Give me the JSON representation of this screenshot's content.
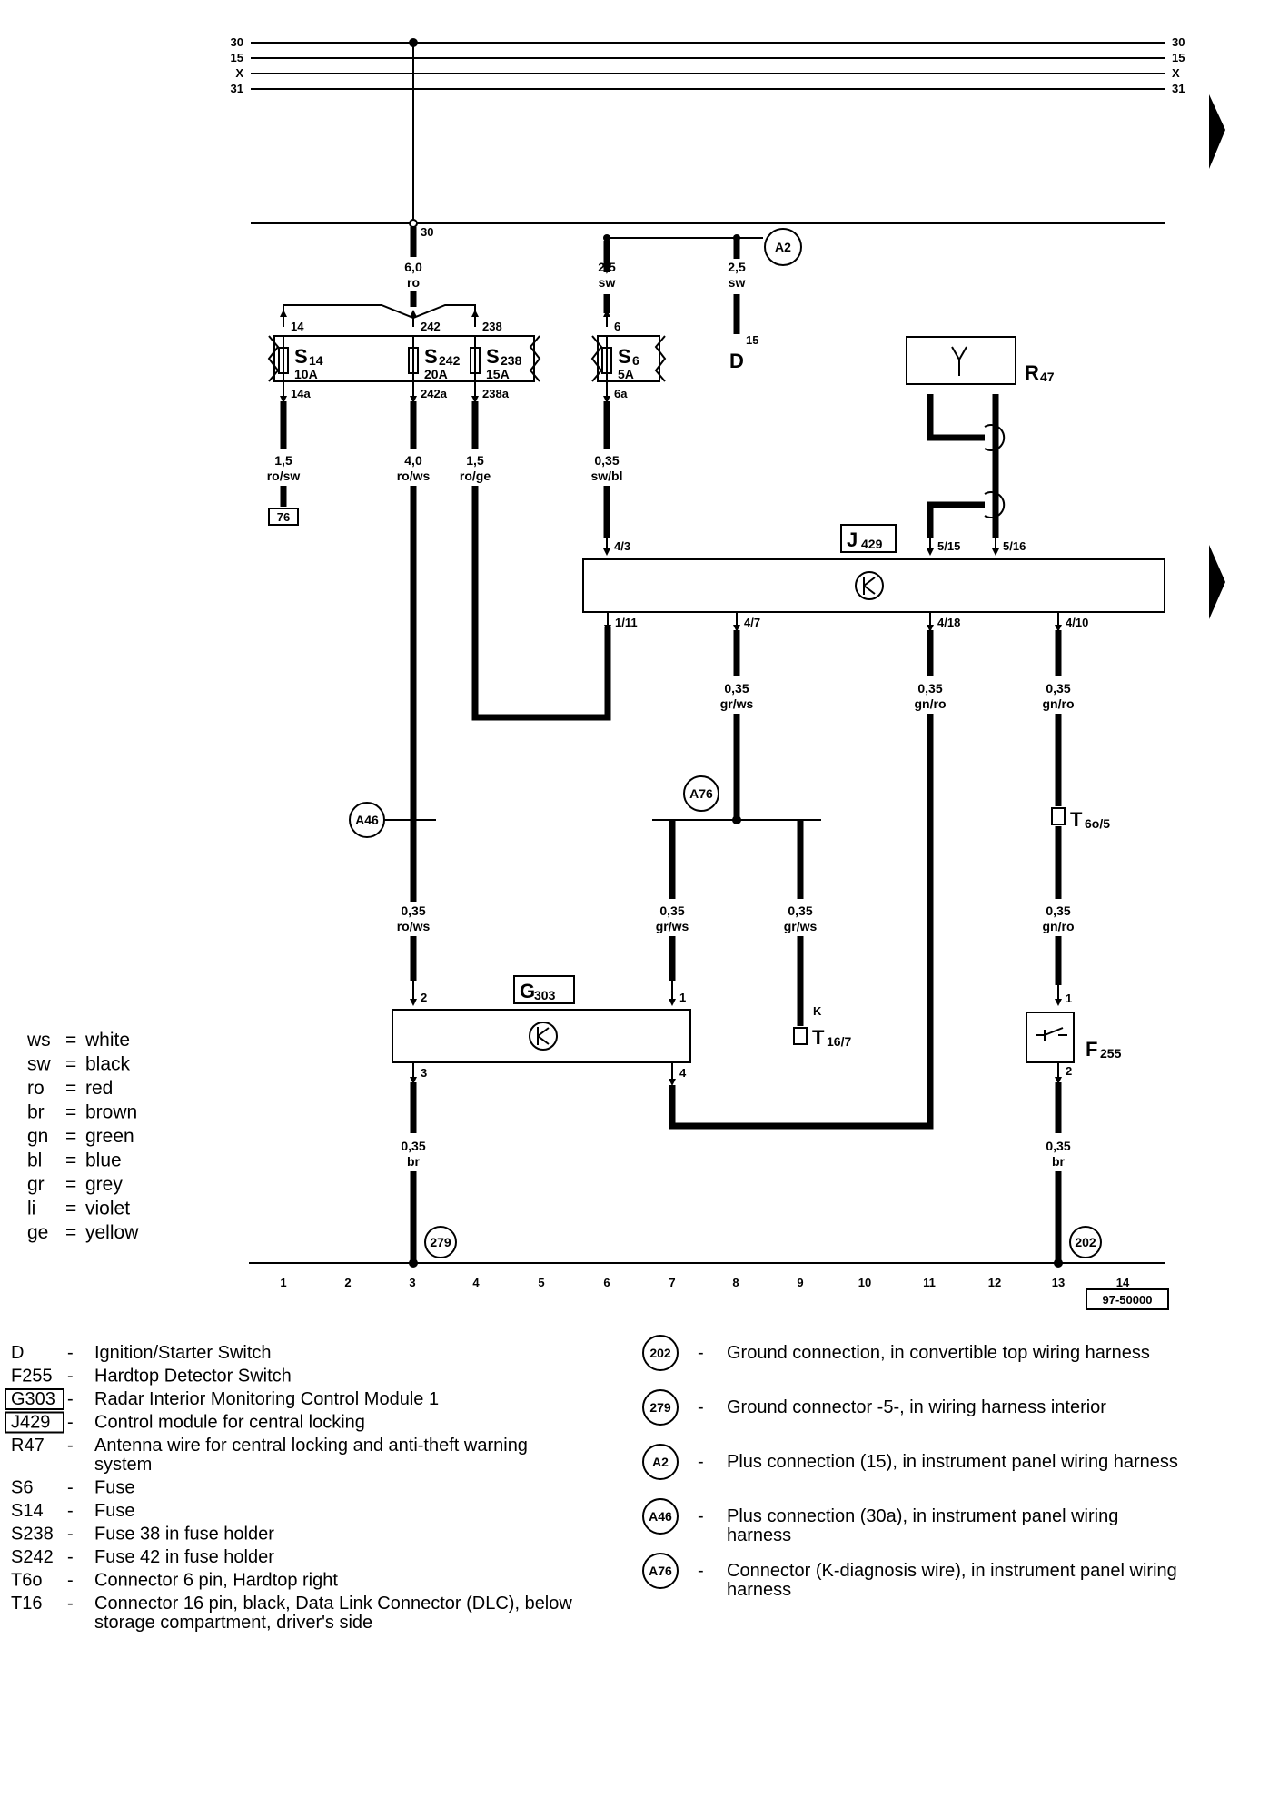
{
  "bus": {
    "left_labels": [
      "30",
      "15",
      "X",
      "31"
    ],
    "right_labels": [
      "30",
      "15",
      "X",
      "31"
    ]
  },
  "connection_labels": {
    "bus30": "30",
    "s14_in": "14",
    "s242_in": "242",
    "s238_in": "238",
    "s6_in": "6",
    "d_pin": "15",
    "s14_out": "14a",
    "s242_out": "242a",
    "s238_out": "238a",
    "s6_out": "6a",
    "j429_4_3": "4/3",
    "j429_5_15": "5/15",
    "j429_5_16": "5/16",
    "j429_1_11": "1/11",
    "j429_4_7": "4/7",
    "j429_4_18": "4/18",
    "j429_4_10": "4/10",
    "g303_2": "2",
    "g303_1": "1",
    "g303_3": "3",
    "g303_4": "4",
    "f255_1": "1",
    "f255_2": "2",
    "t16_k": "K"
  },
  "wires": {
    "main": [
      "6,0",
      "ro"
    ],
    "s6_feed": [
      "2,5",
      "sw"
    ],
    "d_feed": [
      "2,5",
      "sw"
    ],
    "s14_out": [
      "1,5",
      "ro/sw"
    ],
    "s242_out": [
      "4,0",
      "ro/ws"
    ],
    "s238_out": [
      "1,5",
      "ro/ge"
    ],
    "s6_out": [
      "0,35",
      "sw/bl"
    ],
    "j429_4_7": [
      "0,35",
      "gr/ws"
    ],
    "j429_4_18": [
      "0,35",
      "gn/ro"
    ],
    "j429_4_10": [
      "0,35",
      "gn/ro"
    ],
    "g303_2": [
      "0,35",
      "ro/ws"
    ],
    "g303_1": [
      "0,35",
      "gr/ws"
    ],
    "t16": [
      "0,35",
      "gr/ws"
    ],
    "f255_1": [
      "0,35",
      "gn/ro"
    ],
    "g303_gnd": [
      "0,35",
      "br"
    ],
    "f255_gnd": [
      "0,35",
      "br"
    ]
  },
  "components": {
    "s14": {
      "name": "S",
      "sub": "14",
      "rating": "10A"
    },
    "s242": {
      "name": "S",
      "sub": "242",
      "rating": "20A"
    },
    "s238": {
      "name": "S",
      "sub": "238",
      "rating": "15A"
    },
    "s6": {
      "name": "S",
      "sub": "6",
      "rating": "5A"
    },
    "d": "D",
    "r47": {
      "name": "R",
      "sub": "47"
    },
    "j429": {
      "name": "J",
      "sub": "429"
    },
    "g303": {
      "name": "G",
      "sub": "303"
    },
    "f255": {
      "name": "F",
      "sub": "255"
    },
    "t6o": {
      "name": "T",
      "sub": "6o/5"
    },
    "t16": {
      "name": "T",
      "sub": "16/7"
    },
    "ref76": "76"
  },
  "circles": [
    "A2",
    "A46",
    "A76",
    "279",
    "202"
  ],
  "track_numbers": [
    "1",
    "2",
    "3",
    "4",
    "5",
    "6",
    "7",
    "8",
    "9",
    "10",
    "11",
    "12",
    "13",
    "14"
  ],
  "diagram_id": "97-50000",
  "color_legend": [
    {
      "code": "ws",
      "name": "white"
    },
    {
      "code": "sw",
      "name": "black"
    },
    {
      "code": "ro",
      "name": "red"
    },
    {
      "code": "br",
      "name": "brown"
    },
    {
      "code": "gn",
      "name": "green"
    },
    {
      "code": "bl",
      "name": "blue"
    },
    {
      "code": "gr",
      "name": "grey"
    },
    {
      "code": "li",
      "name": "violet"
    },
    {
      "code": "ge",
      "name": "yellow"
    }
  ],
  "component_list": [
    {
      "code": "D",
      "boxed": false,
      "desc": [
        "Ignition/Starter Switch"
      ]
    },
    {
      "code": "F255",
      "boxed": false,
      "desc": [
        "Hardtop Detector Switch"
      ]
    },
    {
      "code": "G303",
      "boxed": true,
      "desc": [
        "Radar Interior Monitoring Control Module 1"
      ]
    },
    {
      "code": "J429",
      "boxed": true,
      "desc": [
        "Control module for central locking"
      ]
    },
    {
      "code": "R47",
      "boxed": false,
      "desc": [
        "Antenna wire for central locking and anti-theft warning",
        "system"
      ]
    },
    {
      "code": "S6",
      "boxed": false,
      "desc": [
        "Fuse"
      ]
    },
    {
      "code": "S14",
      "boxed": false,
      "desc": [
        "Fuse"
      ]
    },
    {
      "code": "S238",
      "boxed": false,
      "desc": [
        "Fuse 38 in fuse holder"
      ]
    },
    {
      "code": "S242",
      "boxed": false,
      "desc": [
        "Fuse 42 in fuse holder"
      ]
    },
    {
      "code": "T6o",
      "boxed": false,
      "desc": [
        "Connector 6 pin, Hardtop right"
      ]
    },
    {
      "code": "T16",
      "boxed": false,
      "desc": [
        "Connector 16 pin, black, Data Link Connector (DLC), below",
        "storage compartment, driver's side"
      ]
    }
  ],
  "connection_list": [
    {
      "code": "202",
      "desc": [
        "Ground connection, in convertible top wiring harness"
      ]
    },
    {
      "code": "279",
      "desc": [
        "Ground connector -5-, in wiring harness interior"
      ]
    },
    {
      "code": "A2",
      "desc": [
        "Plus connection (15), in instrument panel wiring harness"
      ]
    },
    {
      "code": "A46",
      "desc": [
        "Plus connection (30a), in instrument panel wiring",
        "harness"
      ]
    },
    {
      "code": "A76",
      "desc": [
        "Connector (K-diagnosis wire), in instrument panel wiring",
        "harness"
      ]
    }
  ],
  "legend_separator": "=",
  "list_separator": "-"
}
